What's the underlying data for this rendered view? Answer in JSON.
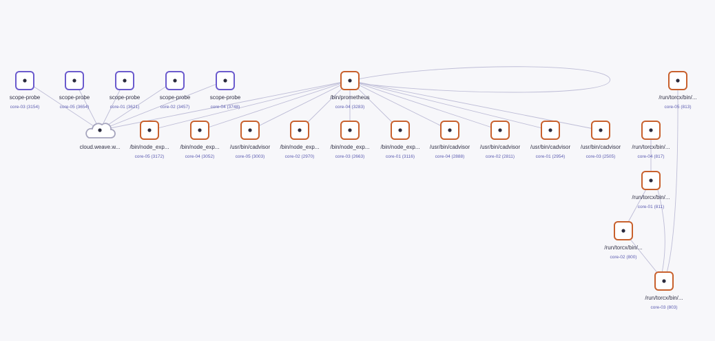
{
  "colors": {
    "background": "#f7f7fa",
    "edge": "#bdbcd6",
    "probe": "#6a5acd",
    "process": "#c8602c",
    "cloud": "#a5a4bd",
    "dot": "#2a2a3c"
  },
  "nodes": [
    {
      "id": "p1",
      "label": "scope-probe",
      "sub": "core-03 (3154)",
      "kind": "probe",
      "icon": "dot-icon"
    },
    {
      "id": "p2",
      "label": "scope-probe",
      "sub": "core-05 (3654)",
      "kind": "probe",
      "icon": "dot-icon"
    },
    {
      "id": "p3",
      "label": "scope-probe",
      "sub": "core-01 (3621)",
      "kind": "probe",
      "icon": "dot-icon"
    },
    {
      "id": "p4",
      "label": "scope-probe",
      "sub": "core-02 (3457)",
      "kind": "probe",
      "icon": "dot-icon"
    },
    {
      "id": "p5",
      "label": "scope-probe",
      "sub": "core-04 (3748)",
      "kind": "probe",
      "icon": "dot-icon"
    },
    {
      "id": "prom",
      "label": "/bin/prometheus",
      "sub": "core-04 (3283)",
      "kind": "process",
      "icon": "dot-icon"
    },
    {
      "id": "cloud",
      "label": "cloud.weave.w...",
      "sub": "",
      "kind": "cloud",
      "icon": "cloud-icon"
    },
    {
      "id": "n1",
      "label": "/bin/node_exp...",
      "sub": "core-05 (3172)",
      "kind": "process",
      "icon": "dot-icon"
    },
    {
      "id": "n2",
      "label": "/bin/node_exp...",
      "sub": "core-04 (3052)",
      "kind": "process",
      "icon": "dot-icon"
    },
    {
      "id": "c1",
      "label": "/usr/bin/cadvisor",
      "sub": "core-05 (3003)",
      "kind": "process",
      "icon": "dot-icon"
    },
    {
      "id": "n3",
      "label": "/bin/node_exp...",
      "sub": "core-02 (2970)",
      "kind": "process",
      "icon": "dot-icon"
    },
    {
      "id": "n4",
      "label": "/bin/node_exp...",
      "sub": "core-03 (2663)",
      "kind": "process",
      "icon": "dot-icon"
    },
    {
      "id": "n5",
      "label": "/bin/node_exp...",
      "sub": "core-01 (3116)",
      "kind": "process",
      "icon": "dot-icon"
    },
    {
      "id": "c2",
      "label": "/usr/bin/cadvisor",
      "sub": "core-04 (2888)",
      "kind": "process",
      "icon": "dot-icon"
    },
    {
      "id": "c3",
      "label": "/usr/bin/cadvisor",
      "sub": "core-02 (2811)",
      "kind": "process",
      "icon": "dot-icon"
    },
    {
      "id": "c4",
      "label": "/usr/bin/cadvisor",
      "sub": "core-01 (2954)",
      "kind": "process",
      "icon": "dot-icon"
    },
    {
      "id": "c5",
      "label": "/usr/bin/cadvisor",
      "sub": "core-03 (2505)",
      "kind": "process",
      "icon": "dot-icon"
    },
    {
      "id": "t5",
      "label": "/run/torcx/bin/...",
      "sub": "core-05 (813)",
      "kind": "process",
      "icon": "dot-icon"
    },
    {
      "id": "t4",
      "label": "/run/torcx/bin/...",
      "sub": "core-04 (817)",
      "kind": "process",
      "icon": "dot-icon"
    },
    {
      "id": "t1",
      "label": "/run/torcx/bin/...",
      "sub": "core-01 (811)",
      "kind": "process",
      "icon": "dot-icon"
    },
    {
      "id": "t2",
      "label": "/run/torcx/bin/...",
      "sub": "core-02 (800)",
      "kind": "process",
      "icon": "dot-icon"
    },
    {
      "id": "t3",
      "label": "/run/torcx/bin/...",
      "sub": "core-03 (803)",
      "kind": "process",
      "icon": "dot-icon"
    }
  ],
  "edges": [
    [
      "p1",
      "cloud"
    ],
    [
      "p2",
      "cloud"
    ],
    [
      "p3",
      "cloud"
    ],
    [
      "p4",
      "cloud"
    ],
    [
      "p5",
      "cloud"
    ],
    [
      "prom",
      "cloud"
    ],
    [
      "prom",
      "n1"
    ],
    [
      "prom",
      "n2"
    ],
    [
      "prom",
      "c1"
    ],
    [
      "prom",
      "n3"
    ],
    [
      "prom",
      "n4"
    ],
    [
      "prom",
      "n5"
    ],
    [
      "prom",
      "c2"
    ],
    [
      "prom",
      "c3"
    ],
    [
      "prom",
      "c4"
    ],
    [
      "prom",
      "c5"
    ],
    [
      "prom",
      "prom"
    ],
    [
      "t4",
      "t1"
    ],
    [
      "t1",
      "t2"
    ],
    [
      "t1",
      "t3"
    ],
    [
      "t2",
      "t3"
    ],
    [
      "t5",
      "t3"
    ]
  ]
}
